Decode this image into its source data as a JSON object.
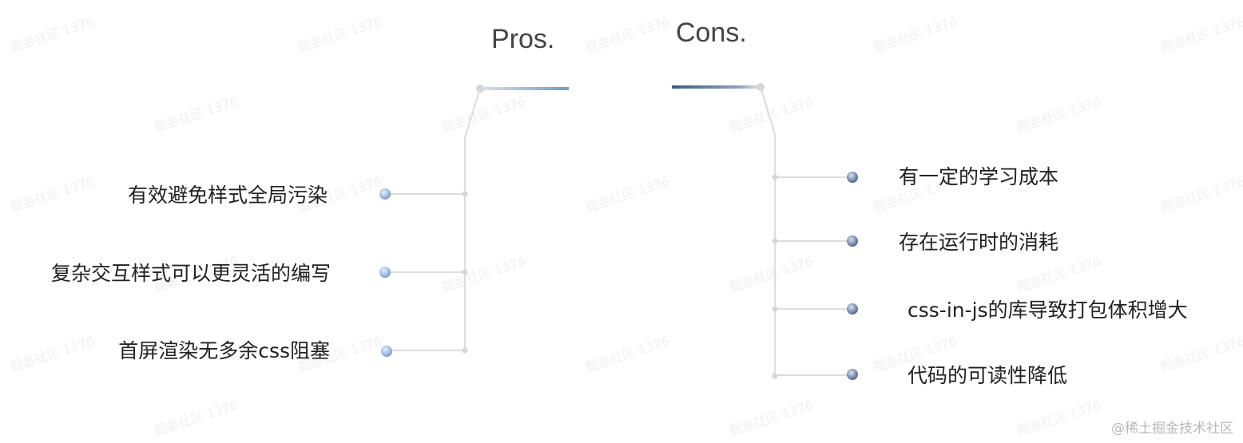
{
  "diagram": {
    "pros": {
      "title": "Pros.",
      "items": [
        "有效避免样式全局污染",
        "复杂交互样式可以更灵活的编写",
        "首屏渲染无多余css阻塞"
      ]
    },
    "cons": {
      "title": "Cons.",
      "items": [
        "有一定的学习成本",
        "存在运行时的消耗",
        "css-in-js的库导致打包体积增大",
        "代码的可读性降低"
      ]
    },
    "colors": {
      "pros_accent": "#7fa4c8",
      "cons_accent": "#3e5b86",
      "connector": "#dddddd",
      "node_fill_pros": "#9fbde0",
      "node_fill_cons": "#7e90b4"
    }
  },
  "watermark": {
    "text": "掘金社区 1376",
    "footer": "@稀土掘金技术社区"
  }
}
